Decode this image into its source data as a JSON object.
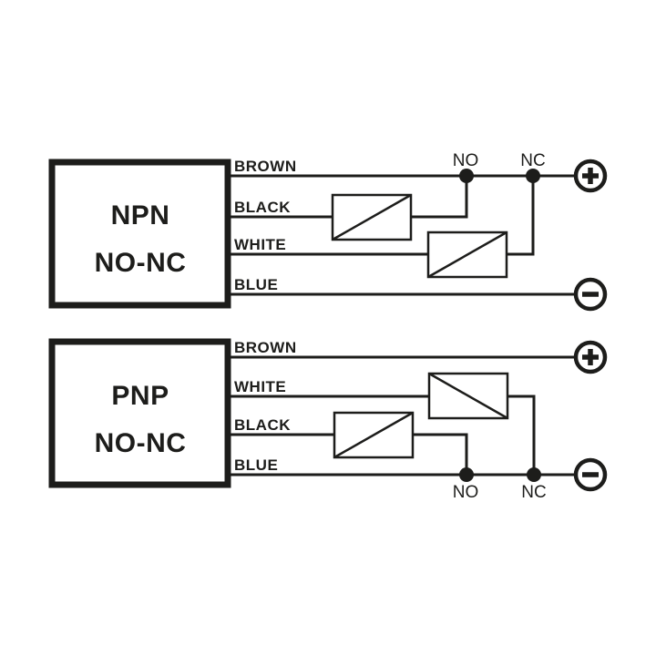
{
  "colors": {
    "ink": "#1d1d1b",
    "background": "#ffffff"
  },
  "npn": {
    "device_type": "NPN",
    "device_mode": "NO-NC",
    "wires": [
      {
        "label": "BROWN"
      },
      {
        "label": "BLACK"
      },
      {
        "label": "WHITE"
      },
      {
        "label": "BLUE"
      }
    ],
    "junctions": [
      {
        "label": "NO"
      },
      {
        "label": "NC"
      }
    ],
    "terminals": [
      {
        "icon": "plus-terminal",
        "symbol": "+"
      },
      {
        "icon": "minus-terminal",
        "symbol": "−"
      }
    ]
  },
  "pnp": {
    "device_type": "PNP",
    "device_mode": "NO-NC",
    "wires": [
      {
        "label": "BROWN"
      },
      {
        "label": "WHITE"
      },
      {
        "label": "BLACK"
      },
      {
        "label": "BLUE"
      }
    ],
    "junctions": [
      {
        "label": "NO"
      },
      {
        "label": "NC"
      }
    ],
    "terminals": [
      {
        "icon": "plus-terminal",
        "symbol": "+"
      },
      {
        "icon": "minus-terminal",
        "symbol": "−"
      }
    ]
  }
}
